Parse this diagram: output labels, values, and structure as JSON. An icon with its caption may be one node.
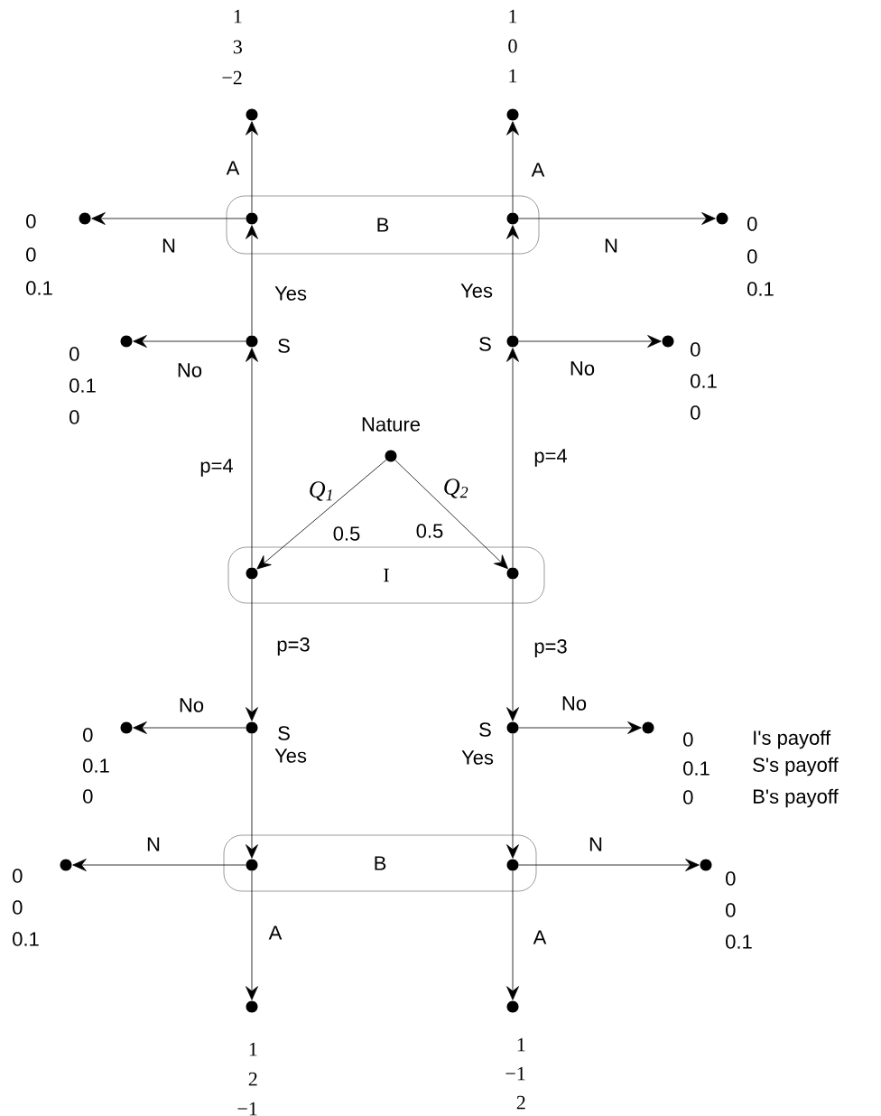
{
  "diagram": {
    "nodes": [
      {
        "text": [
          "B"
        ]
      },
      {
        "text": [],
        "shape": "circle",
        "in": 0
      },
      {
        "text": [],
        "shape": "circle",
        "in": 0
      },
      {
        "text": [],
        "shape": "circle",
        "beside": [
          "1",
          "3",
          "−2"
        ]
      },
      {
        "text": [],
        "shape": "circle",
        "beside": [
          "1",
          "0",
          "1"
        ]
      },
      {
        "text": [],
        "shape": "circle",
        "beside": [
          "0",
          "0",
          "0.1"
        ]
      },
      {
        "text": [],
        "shape": "circle",
        "beside": [
          "0",
          "0",
          "0.1"
        ]
      },
      {
        "text": [],
        "shape": "circle",
        "beside": [
          "S"
        ]
      },
      {
        "text": [],
        "shape": "circle",
        "beside": [
          "S"
        ]
      },
      {
        "text": [],
        "shape": "circle",
        "beside": [
          "0",
          "0.1",
          "0"
        ]
      },
      {
        "text": [],
        "shape": "circle",
        "beside": [
          "0",
          "0.1",
          "0"
        ]
      },
      {
        "text": [],
        "shape": "circle",
        "beside": [
          "Nature"
        ]
      },
      {
        "text": [
          "I"
        ]
      },
      {
        "text": [],
        "shape": "circle",
        "in": 12
      },
      {
        "text": [],
        "shape": "circle",
        "in": 12
      },
      {
        "text": [],
        "shape": "circle",
        "beside": [
          "S"
        ]
      },
      {
        "text": [],
        "shape": "circle",
        "beside": [
          "S"
        ]
      },
      {
        "text": [],
        "shape": "circle",
        "beside": [
          "0",
          "0.1",
          "0"
        ]
      },
      {
        "text": [],
        "shape": "circle",
        "beside": [
          "0",
          "0.1",
          "0"
        ]
      },
      {
        "text": [
          "B"
        ]
      },
      {
        "text": [],
        "shape": "circle",
        "in": 19
      },
      {
        "text": [],
        "shape": "circle",
        "in": 19
      },
      {
        "text": [],
        "shape": "circle",
        "beside": [
          "0",
          "0",
          "0.1"
        ]
      },
      {
        "text": [],
        "shape": "circle",
        "beside": [
          "0",
          "0",
          "0.1"
        ]
      },
      {
        "text": [],
        "shape": "circle",
        "beside": [
          "1",
          "2",
          "−1"
        ]
      },
      {
        "text": [],
        "shape": "circle",
        "beside": [
          "1",
          "−1",
          "2"
        ]
      }
    ],
    "edges": [
      {
        "from": 13,
        "to": 7,
        "arrow": "to",
        "label": "p=4"
      },
      {
        "from": 7,
        "to": 1,
        "arrow": "to",
        "label": "Yes"
      },
      {
        "from": 7,
        "to": 9,
        "arrow": "to",
        "label": "No"
      },
      {
        "from": 1,
        "to": 3,
        "arrow": "to",
        "label": "A"
      },
      {
        "from": 1,
        "to": 5,
        "arrow": "to",
        "label": "N"
      },
      {
        "from": 14,
        "to": 8,
        "arrow": "to",
        "label": "p=4"
      },
      {
        "from": 8,
        "to": 2,
        "arrow": "to",
        "label": "Yes"
      },
      {
        "from": 8,
        "to": 10,
        "arrow": "to",
        "label": "No"
      },
      {
        "from": 2,
        "to": 4,
        "arrow": "to",
        "label": "A"
      },
      {
        "from": 2,
        "to": 6,
        "arrow": "to",
        "label": "N"
      },
      {
        "from": 11,
        "to": 13,
        "arrow": "to",
        "label": "Q$_{1}$"
      },
      {
        "from": 11,
        "to": 14,
        "arrow": "to",
        "label": "Q$_{2}$"
      },
      {
        "from": 13,
        "to": 15,
        "arrow": "to",
        "label": "p=3"
      },
      {
        "from": 15,
        "to": 17,
        "arrow": "to",
        "label": "No"
      },
      {
        "from": 15,
        "to": 20,
        "arrow": "to",
        "label": "Yes"
      },
      {
        "from": 20,
        "to": 22,
        "arrow": "to",
        "label": "N"
      },
      {
        "from": 20,
        "to": 24,
        "arrow": "to",
        "label": "A"
      },
      {
        "from": 14,
        "to": 16,
        "arrow": "to",
        "label": "p=3"
      },
      {
        "from": 16,
        "to": 18,
        "arrow": "to",
        "label": "No"
      },
      {
        "from": 16,
        "to": 21,
        "arrow": "to",
        "label": "Yes"
      },
      {
        "from": 21,
        "to": 23,
        "arrow": "to",
        "label": "N"
      },
      {
        "from": 21,
        "to": 25,
        "arrow": "to",
        "label": "A"
      }
    ],
    "labels": [
      "0.5",
      "0.5",
      "I's payoff",
      "S's payoff",
      "B's payoff"
    ]
  }
}
